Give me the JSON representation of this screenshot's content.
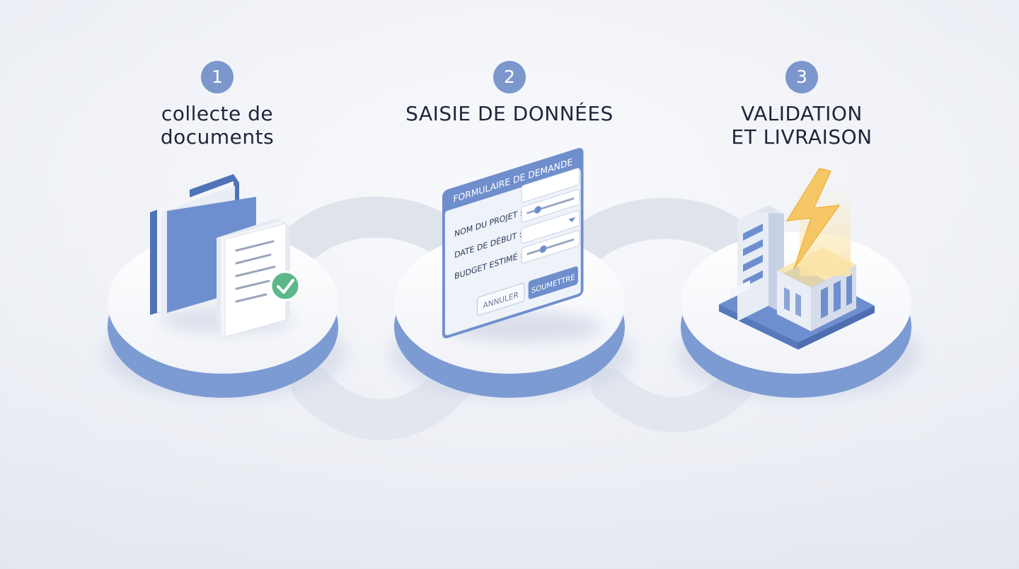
{
  "steps": [
    {
      "number": "1",
      "title_lines": [
        "collecte de",
        "documents"
      ],
      "icon": "folder-documents-icon"
    },
    {
      "number": "2",
      "title_lines": [
        "SAISIE DE DONNÉES"
      ],
      "icon": "request-form-icon"
    },
    {
      "number": "3",
      "title_lines": [
        "VALIDATION",
        "ET LIVRAISON"
      ],
      "icon": "building-lightning-icon"
    }
  ],
  "form": {
    "title": "FORMULAIRE DE DEMANDE",
    "fields": [
      "NOM DU PROJET :",
      "DATE DE DÉBUT :",
      "BUDGET ESTIMÉ :"
    ],
    "cancel_label": "ANNULER",
    "submit_label": "SOUMETTRE"
  },
  "colors": {
    "accent": "#7b97cc",
    "platform_rim": "#7d9bd3",
    "folder": "#6e8fcf",
    "check": "#5cb88a",
    "lightning": "#f5c766",
    "text": "#1f2638"
  }
}
